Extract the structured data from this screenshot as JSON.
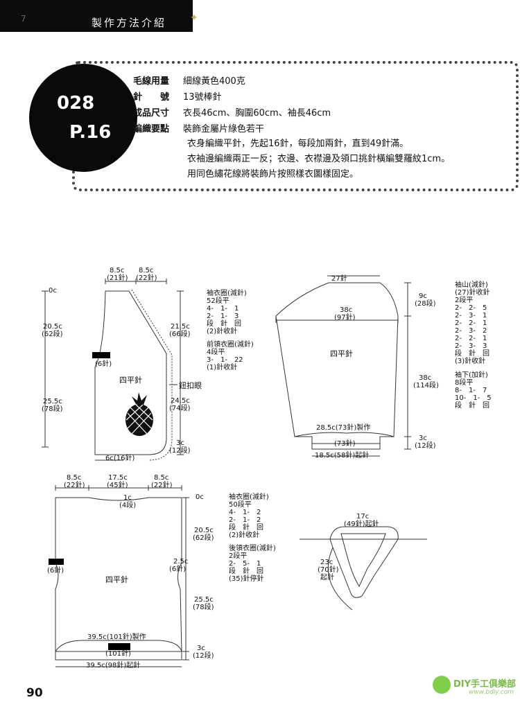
{
  "header": {
    "chapter_num": "7",
    "title": "製作方法介紹"
  },
  "badge": {
    "number": "028",
    "page": "P.16"
  },
  "specs": [
    {
      "label": "毛線用量",
      "value": "細線黃色400克"
    },
    {
      "label": "針　　號",
      "value": "13號棒針"
    },
    {
      "label": "成品尺寸",
      "value": "衣長46cm、胸圍60cm、袖長46cm"
    },
    {
      "label": "編織要點",
      "value": "裝飾金屬片綠色若干"
    }
  ],
  "notes": [
    "衣身編織平針，先起16針，每段加兩針，直到49針滿。",
    "衣袖邊編織兩正一反；衣邊、衣襟邊及領口挑針橫編雙羅紋1cm。",
    "用同色繡花線將裝飾片按照樣衣圖樣固定。"
  ],
  "front": {
    "top_left": "8.5c",
    "top_left_st": "(21針)",
    "top_right": "8.5c",
    "top_right_st": "(22針)",
    "origin": "0c",
    "upper_cm": "20.5c",
    "upper_rows": "(62段)",
    "lower_cm": "25.5c",
    "lower_rows": "(78段)",
    "right_upper_cm": "21.5c",
    "right_upper_rows": "(66段)",
    "right_lower_cm": "24.5c",
    "right_lower_rows": "(74段)",
    "hem_cm": "3c",
    "hem_rows": "(12段)",
    "underarm_st": "(6針)",
    "stitch": "四平針",
    "buttonhole": "鈕扣眼",
    "bottom": "6c(16針)"
  },
  "front_notes": {
    "title": "袖衣圈(減針)",
    "l1": "52段平",
    "l2": "4-　1-　1",
    "l3": "2-　1-　3",
    "l4": "段　針　回",
    "l5": "(2)針收針",
    "neck_title": "前領衣圈(減針)",
    "n1": "4段平",
    "n2": "3-　1-　22",
    "n3": "(1)針收針"
  },
  "sleeve": {
    "top": "27針",
    "width_cm": "38c",
    "width_st": "(97針)",
    "stitch": "四平針",
    "cap_cm": "9c",
    "cap_rows": "(28段)",
    "len_cm": "38c",
    "len_rows": "(114段)",
    "cuff_make": "28.5c(73針)製作",
    "cuff_st": "(73針)",
    "cast_on": "18.5c(58針)起針",
    "hem_cm": "3c",
    "hem_rows": "(12段)"
  },
  "sleeve_notes": {
    "cap_title": "袖山(減針)",
    "c1": "(27)針收針",
    "c2": "2段平",
    "c3": "2-　2-　5",
    "c4": "2-　3-　1",
    "c5": "2-　2-　1",
    "c6": "2-　3-　2",
    "c7": "2-　2-　1",
    "c8": "2-　3-　3",
    "c9": "段　針　回",
    "c10": "(3)針收針",
    "inc_title": "袖下(加針)",
    "i1": "8段平",
    "i2": "8-　1-　7",
    "i3": "10-　1-　5",
    "i4": "段　針　回"
  },
  "back": {
    "top_l": "8.5c",
    "top_l_st": "(22針)",
    "top_m": "17.5c",
    "top_m_st": "(45針)",
    "top_r": "8.5c",
    "top_r_st": "(22針)",
    "neck": "1c",
    "neck_rows": "(4段)",
    "origin": "0c",
    "upper_cm": "20.5c",
    "upper_rows": "(62段)",
    "lower_cm": "25.5c",
    "lower_rows": "(78段)",
    "armhole_cm": "2.5c",
    "underarm_st": "(6針)",
    "underarm_st_r": "(6針)",
    "stitch": "四平針",
    "hem_make": "39.5c(101針)製作",
    "hem_st": "(101針)",
    "cast_on": "39.5c(98針)起針",
    "hem_cm": "3c",
    "hem_rows": "(12段)"
  },
  "back_notes": {
    "title": "袖衣圈(減針)",
    "l1": "50段平",
    "l2": "4-　1-　2",
    "l3": "2-　1-　2",
    "l4": "段　針　回",
    "l5": "(2)針收針",
    "neck_title": "後領衣圈(減針)",
    "n1": "2段平",
    "n2": "2-　5-　1",
    "n3": "段　針　回",
    "n4": "(35)針停針"
  },
  "collar": {
    "top_cm": "17c",
    "top_st": "(49針)起針",
    "side_cm": "23c",
    "side_st": "(70針)",
    "side_label": "起針"
  },
  "page_number": "90",
  "watermark": {
    "brand": "DIY手工俱樂部",
    "site": "www.bdiy.com"
  }
}
